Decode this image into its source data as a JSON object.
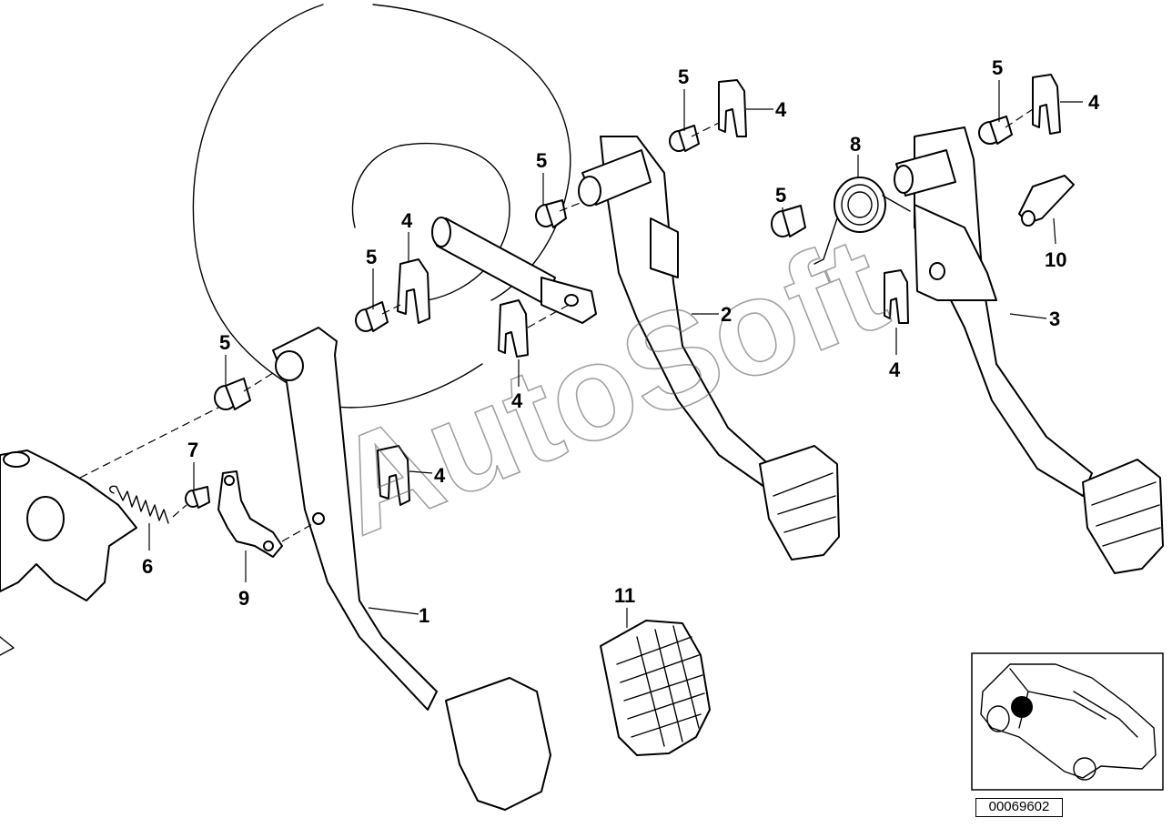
{
  "diagram": {
    "diagram_number": "00069602",
    "watermark": "AutoSoft",
    "callouts": [
      {
        "id": "c1",
        "text": "1"
      },
      {
        "id": "c2",
        "text": "2"
      },
      {
        "id": "c3",
        "text": "3"
      },
      {
        "id": "c4a",
        "text": "4"
      },
      {
        "id": "c4b",
        "text": "4"
      },
      {
        "id": "c4c",
        "text": "4"
      },
      {
        "id": "c4d",
        "text": "4"
      },
      {
        "id": "c4e",
        "text": "4"
      },
      {
        "id": "c4f",
        "text": "4"
      },
      {
        "id": "c5a",
        "text": "5"
      },
      {
        "id": "c5b",
        "text": "5"
      },
      {
        "id": "c5c",
        "text": "5"
      },
      {
        "id": "c5d",
        "text": "5"
      },
      {
        "id": "c5e",
        "text": "5"
      },
      {
        "id": "c5f",
        "text": "5"
      },
      {
        "id": "c6",
        "text": "6"
      },
      {
        "id": "c7",
        "text": "7"
      },
      {
        "id": "c8",
        "text": "8"
      },
      {
        "id": "c9",
        "text": "9"
      },
      {
        "id": "c10",
        "text": "10"
      },
      {
        "id": "c11",
        "text": "11"
      }
    ]
  }
}
